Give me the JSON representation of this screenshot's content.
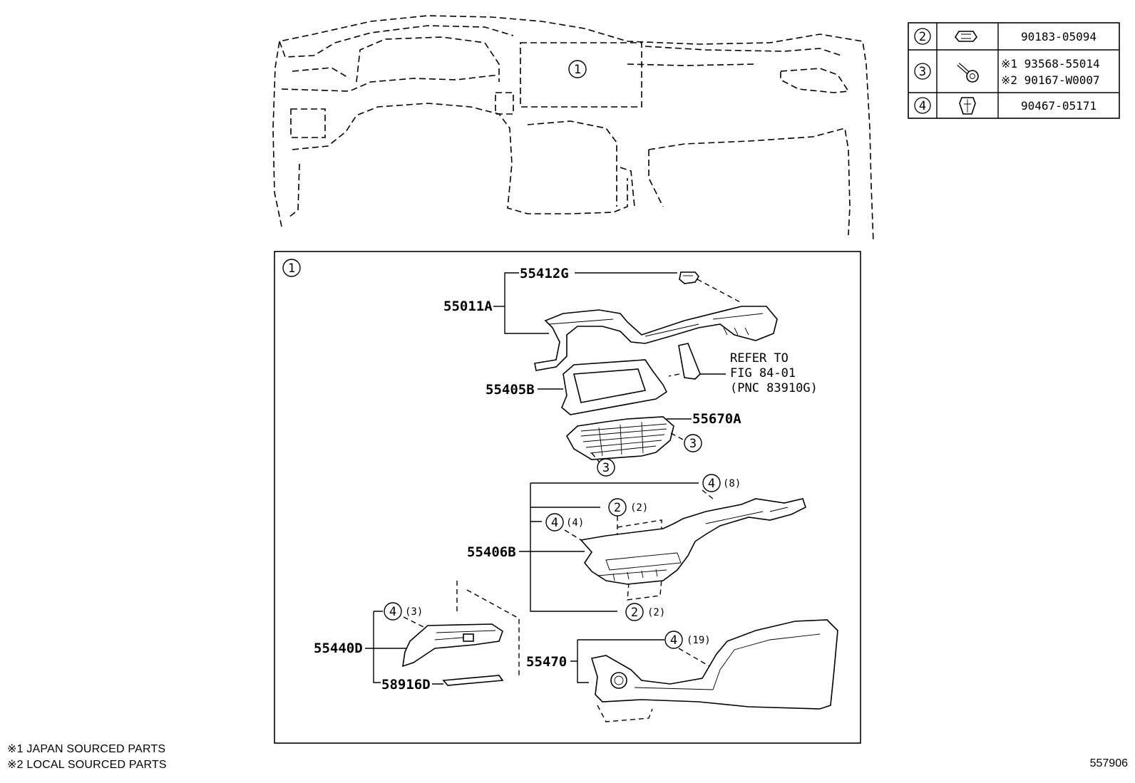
{
  "overview_callout": "1",
  "detail_callout": "1",
  "labels": {
    "p55412G": "55412G",
    "p55011A": "55011A",
    "p55405B": "55405B",
    "p55670A": "55670A",
    "p55406B": "55406B",
    "p55440D": "55440D",
    "p58916D": "58916D",
    "p55470": "55470"
  },
  "refer": {
    "line1": "REFER TO",
    "line2": "FIG 84-01",
    "line3": "(PNC 83910G)"
  },
  "callouts": {
    "c3": "3",
    "c4": "4",
    "c2": "2",
    "c3_label": "3",
    "c3_qty": "(3)",
    "c4_qty8": "(8)",
    "c2_qty2": "(2)",
    "c4_qty4": "(4)",
    "c4_qty19": "(19)"
  },
  "fastener_table": [
    {
      "ref": "2",
      "icon": "clip-nut-icon",
      "part": "90183-05094"
    },
    {
      "ref": "3",
      "icon": "bolt-icon",
      "part_line1": "※1 93568-55014",
      "part_line2": "※2 90167-W0007"
    },
    {
      "ref": "4",
      "icon": "push-clip-icon",
      "part": "90467-05171"
    }
  ],
  "notes": {
    "n1": "※1 JAPAN SOURCED PARTS",
    "n2": "※2 LOCAL SOURCED PARTS"
  },
  "figure_id": "557906"
}
